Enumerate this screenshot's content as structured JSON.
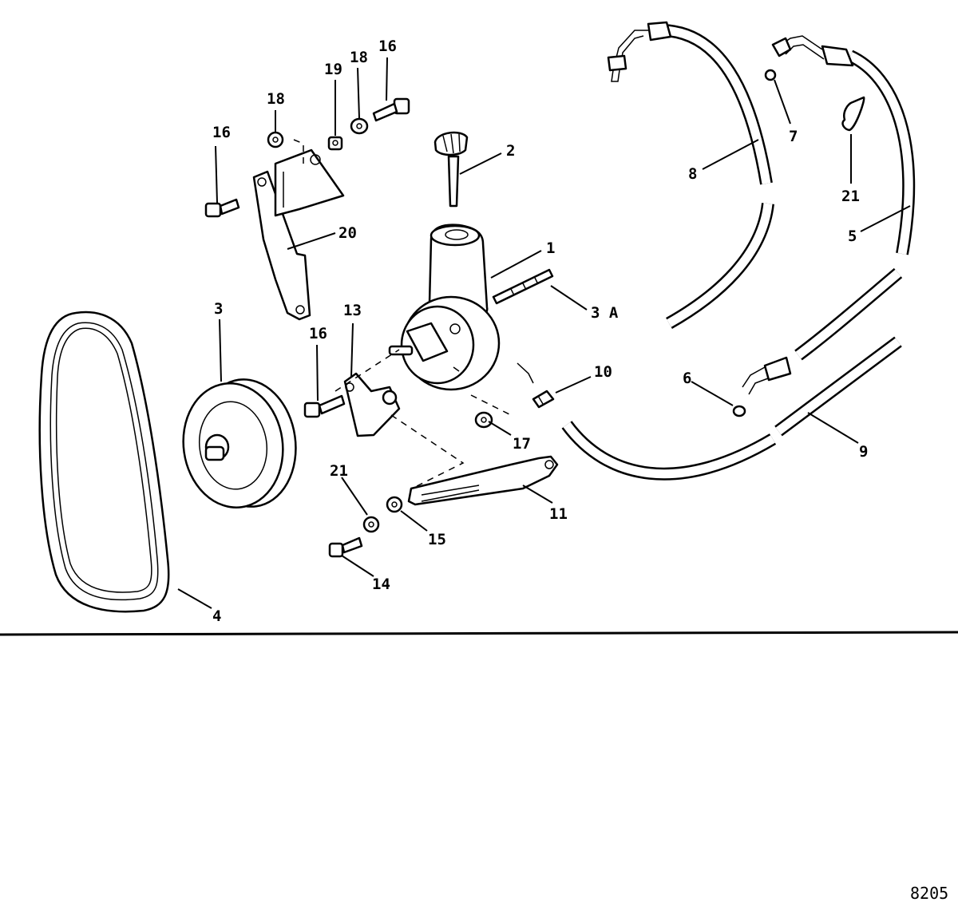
{
  "diagram": {
    "figure_number": "8205",
    "callouts": [
      "1",
      "2",
      "3",
      "3 A",
      "4",
      "5",
      "6",
      "7",
      "8",
      "9",
      "10",
      "11",
      "13",
      "14",
      "15",
      "16",
      "16",
      "16",
      "17",
      "18",
      "18",
      "19",
      "20",
      "21",
      "21"
    ]
  }
}
